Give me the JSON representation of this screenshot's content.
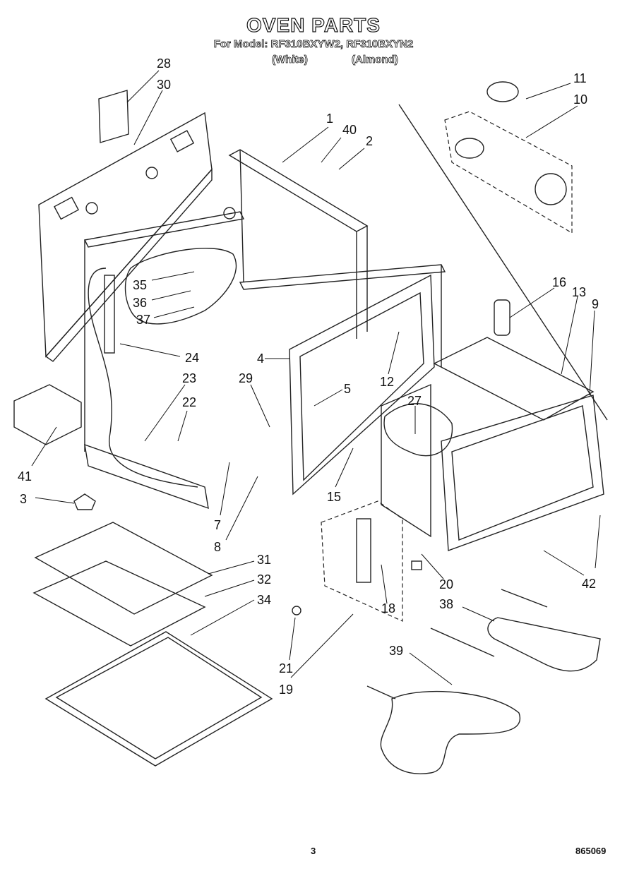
{
  "header": {
    "title": "OVEN PARTS",
    "model_line": "For Model: RF310BXYW2, RF310BXYN2",
    "finish_white": "(White)",
    "finish_almond": "(Almond)"
  },
  "callouts": [
    "1",
    "2",
    "3",
    "4",
    "5",
    "7",
    "8",
    "9",
    "10",
    "11",
    "12",
    "13",
    "15",
    "16",
    "18",
    "19",
    "20",
    "21",
    "22",
    "23",
    "24",
    "27",
    "28",
    "29",
    "30",
    "31",
    "32",
    "34",
    "35",
    "36",
    "37",
    "38",
    "39",
    "40",
    "41",
    "42"
  ],
  "footer": {
    "page_number": "3",
    "document_number": "865069"
  }
}
